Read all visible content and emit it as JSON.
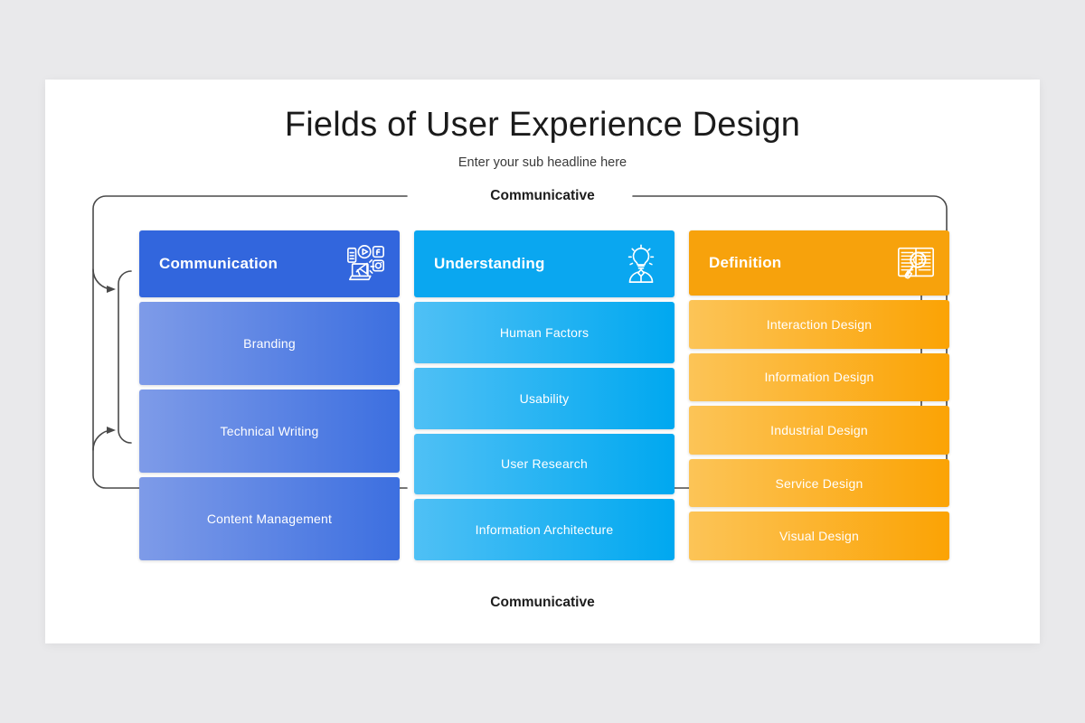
{
  "slide": {
    "title": "Fields of User Experience Design",
    "subtitle": "Enter your sub headline here",
    "bracket_label_top": "Communicative",
    "bracket_label_bottom": "Communicative",
    "background_color": "#e9e9eb",
    "surface_color": "#ffffff",
    "line_color": "#4a4a4a"
  },
  "columns": [
    {
      "id": "communication",
      "header": "Communication",
      "icon": "megaphone-social-icon",
      "header_color": "#3266dd",
      "tile_gradient_from": "#7e9be8",
      "tile_gradient_to": "#3c6fe0",
      "items": [
        "Branding",
        "Technical Writing",
        "Content Management"
      ]
    },
    {
      "id": "understanding",
      "header": "Understanding",
      "icon": "lightbulb-person-icon",
      "header_color": "#0aa7f0",
      "tile_gradient_from": "#4fc0f5",
      "tile_gradient_to": "#00a8f0",
      "items": [
        "Human Factors",
        "Usability",
        "User Research",
        "Information Architecture"
      ]
    },
    {
      "id": "definition",
      "header": "Definition",
      "icon": "book-magnifier-icon",
      "header_color": "#f7a20c",
      "tile_gradient_from": "#fcc457",
      "tile_gradient_to": "#fba304",
      "items": [
        "Interaction Design",
        "Information Design",
        "Industrial Design",
        "Service Design",
        "Visual Design"
      ]
    }
  ]
}
